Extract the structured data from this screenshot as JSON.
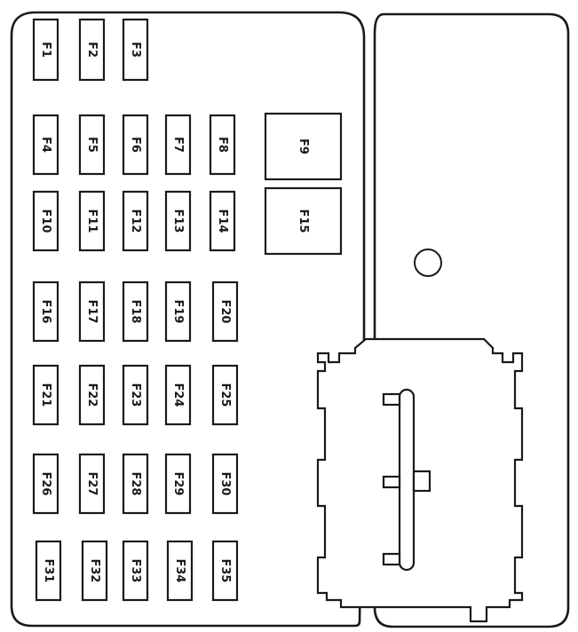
{
  "fuses": [
    {
      "label": "F1"
    },
    {
      "label": "F2"
    },
    {
      "label": "F3"
    },
    {
      "label": "F4"
    },
    {
      "label": "F5"
    },
    {
      "label": "F6"
    },
    {
      "label": "F7"
    },
    {
      "label": "F8"
    },
    {
      "label": "F9"
    },
    {
      "label": "F10"
    },
    {
      "label": "F11"
    },
    {
      "label": "F12"
    },
    {
      "label": "F13"
    },
    {
      "label": "F14"
    },
    {
      "label": "F15"
    },
    {
      "label": "F16"
    },
    {
      "label": "F17"
    },
    {
      "label": "F18"
    },
    {
      "label": "F19"
    },
    {
      "label": "F20"
    },
    {
      "label": "F21"
    },
    {
      "label": "F22"
    },
    {
      "label": "F23"
    },
    {
      "label": "F24"
    },
    {
      "label": "F25"
    },
    {
      "label": "F26"
    },
    {
      "label": "F27"
    },
    {
      "label": "F28"
    },
    {
      "label": "F29"
    },
    {
      "label": "F30"
    },
    {
      "label": "F31"
    },
    {
      "label": "F32"
    },
    {
      "label": "F33"
    },
    {
      "label": "F34"
    },
    {
      "label": "F35"
    }
  ],
  "colors": {
    "stroke": "#1a1a1a",
    "fill": "#ffffff"
  }
}
